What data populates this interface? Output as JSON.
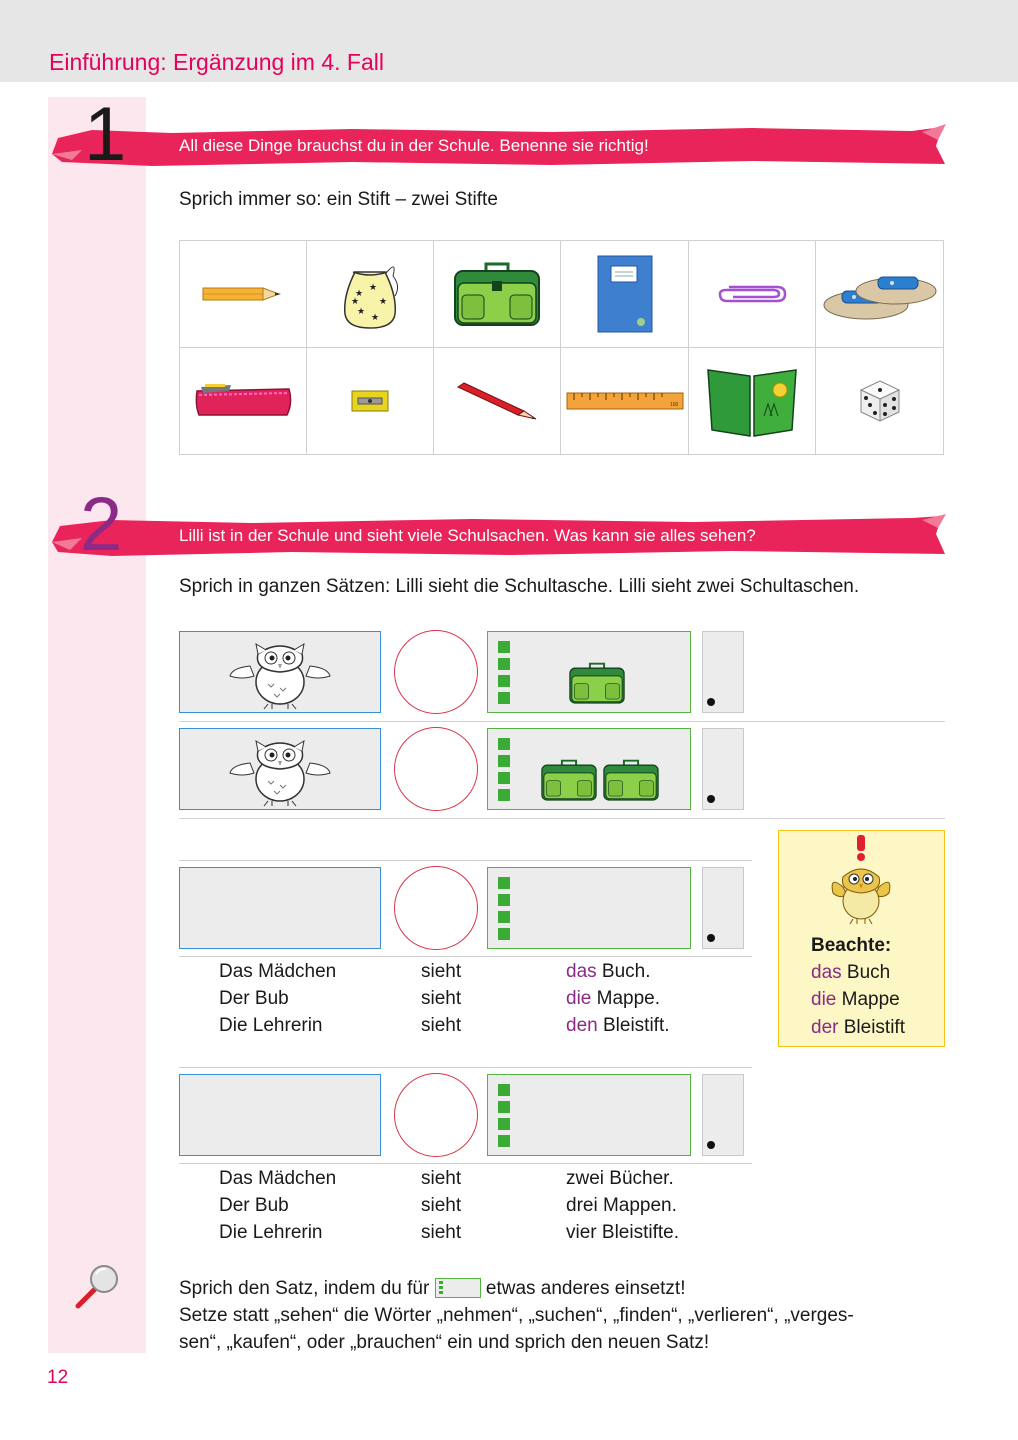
{
  "header": {
    "title": "Einführung: Ergänzung im 4. Fall"
  },
  "task1": {
    "number": "1",
    "heading": "All diese Dinge brauchst du in der Schule. Benenne sie richtig!",
    "instruction": "Sprich immer so: ein Stift – zwei Stifte",
    "items": [
      "pencil-icon",
      "drawstring-bag-icon",
      "school-bag-icon",
      "notebook-icon",
      "paper-clip-icon",
      "sandals-icon",
      "pencil-case-icon",
      "sharpener-icon",
      "red-pen-icon",
      "ruler-icon",
      "book-icon",
      "dice-icon"
    ],
    "ruler_mark": "100"
  },
  "task2": {
    "number": "2",
    "heading": "Lilli ist in der Schule und sieht viele Schulsachen. Was kann sie alles sehen?",
    "instruction": "Sprich in ganzen Sätzen: Lilli sieht die Schultasche. Lilli sieht zwei Schultaschen.",
    "group1": {
      "subjects": [
        "Das Mädchen",
        "Der Bub",
        "Die Lehrerin"
      ],
      "verbs": [
        "sieht",
        "sieht",
        "sieht"
      ],
      "objects": [
        {
          "article": "das",
          "noun": "Buch."
        },
        {
          "article": "die",
          "noun": "Mappe."
        },
        {
          "article": "den",
          "noun": "Bleistift."
        }
      ]
    },
    "group2": {
      "subjects": [
        "Das Mädchen",
        "Der Bub",
        "Die Lehrerin"
      ],
      "verbs": [
        "sieht",
        "sieht",
        "sieht"
      ],
      "objects": [
        "zwei Bücher.",
        "drei Mappen.",
        "vier Bleistifte."
      ]
    },
    "note": {
      "title": "Beachte:",
      "lines": [
        {
          "article": "das",
          "noun": "Buch"
        },
        {
          "article": "die",
          "noun": "Mappe"
        },
        {
          "article": "der",
          "noun": "Bleistift"
        }
      ]
    },
    "tip": {
      "line1_a": "Sprich den Satz, indem du für",
      "line1_b": "etwas anderes einsetzt!",
      "line2": "Setze statt „sehen“ die Wörter „nehmen“, „suchen“, „finden“, „verlieren“, „verges-",
      "line3": "sen“, „kaufen“, oder „brauchen“ ein und sprich den neuen Satz!"
    }
  },
  "footer": {
    "page_number": "12"
  },
  "colors": {
    "accent": "#e5005a",
    "article": "#8b2a87",
    "blue": "#3b8fd6",
    "green": "#55b23a",
    "red": "#d9364a"
  }
}
